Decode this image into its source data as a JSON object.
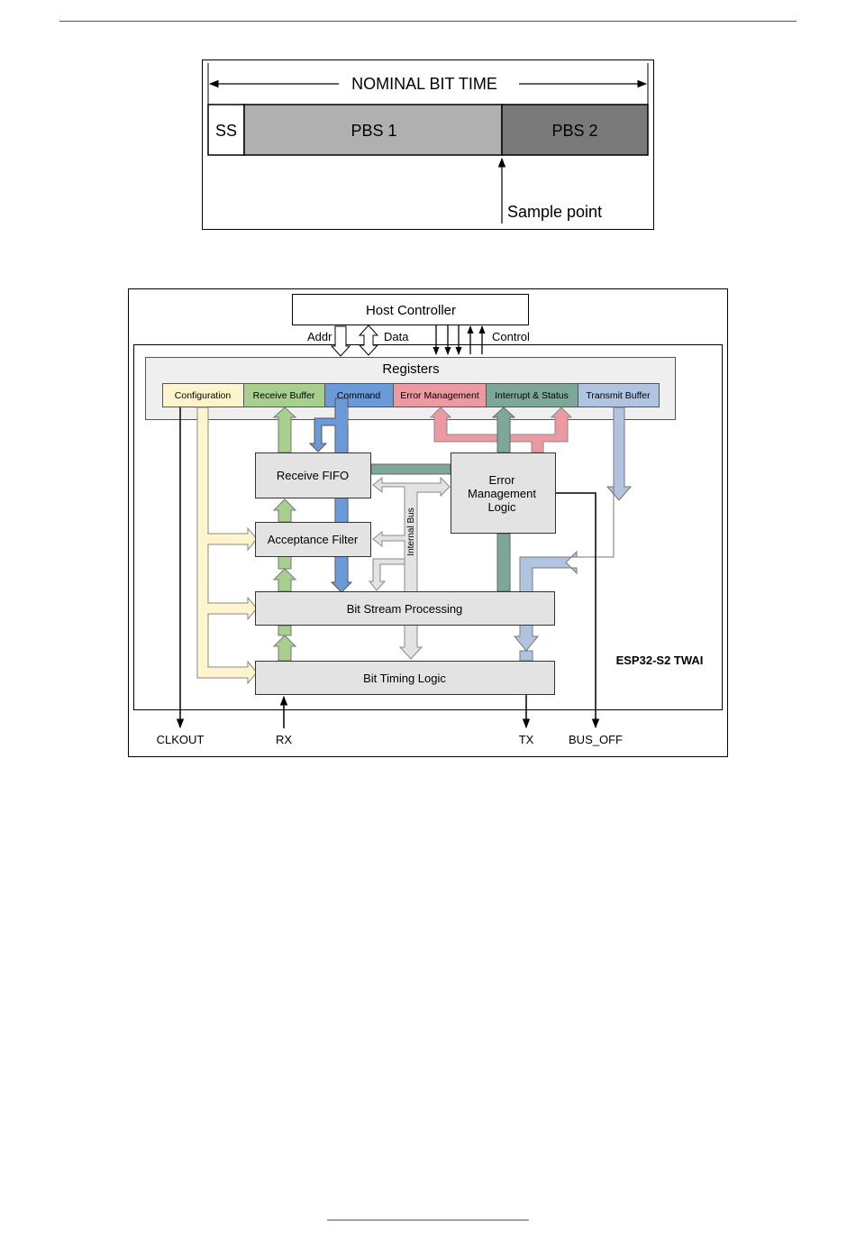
{
  "bit_time_diagram": {
    "title": "NOMINAL BIT TIME",
    "segments": {
      "ss": "SS",
      "pbs1": "PBS 1",
      "pbs2": "PBS 2"
    },
    "sample_point": "Sample point",
    "colors": {
      "ss": "#ffffff",
      "pbs1": "#b0b0b0",
      "pbs2": "#7a7a7a"
    }
  },
  "block_diagram": {
    "host_controller": "Host Controller",
    "bus_labels": {
      "addr": "Addr",
      "data": "Data",
      "control": "Control"
    },
    "registers": {
      "title": "Registers",
      "cells": [
        {
          "label": "Configuration",
          "color": "#fff5cc"
        },
        {
          "label": "Receive Buffer",
          "color": "#a8cf8e"
        },
        {
          "label": "Command",
          "color": "#6a9bd8"
        },
        {
          "label": "Error Management",
          "color": "#eb9aa2"
        },
        {
          "label": "Interrupt & Status",
          "color": "#7ea79b"
        },
        {
          "label": "Transmit Buffer",
          "color": "#b0c4e0"
        }
      ]
    },
    "blocks": {
      "receive_fifo": "Receive FIFO",
      "acceptance_filter": "Acceptance Filter",
      "error_management_logic": [
        "Error",
        "Management",
        "Logic"
      ],
      "bit_stream_processing": "Bit Stream Processing",
      "bit_timing_logic": "Bit Timing Logic"
    },
    "internal_bus": "Internal Bus",
    "module_name": "ESP32-S2 TWAI",
    "pins": {
      "clkout": "CLKOUT",
      "rx": "RX",
      "tx": "TX",
      "bus_off": "BUS_OFF"
    }
  }
}
